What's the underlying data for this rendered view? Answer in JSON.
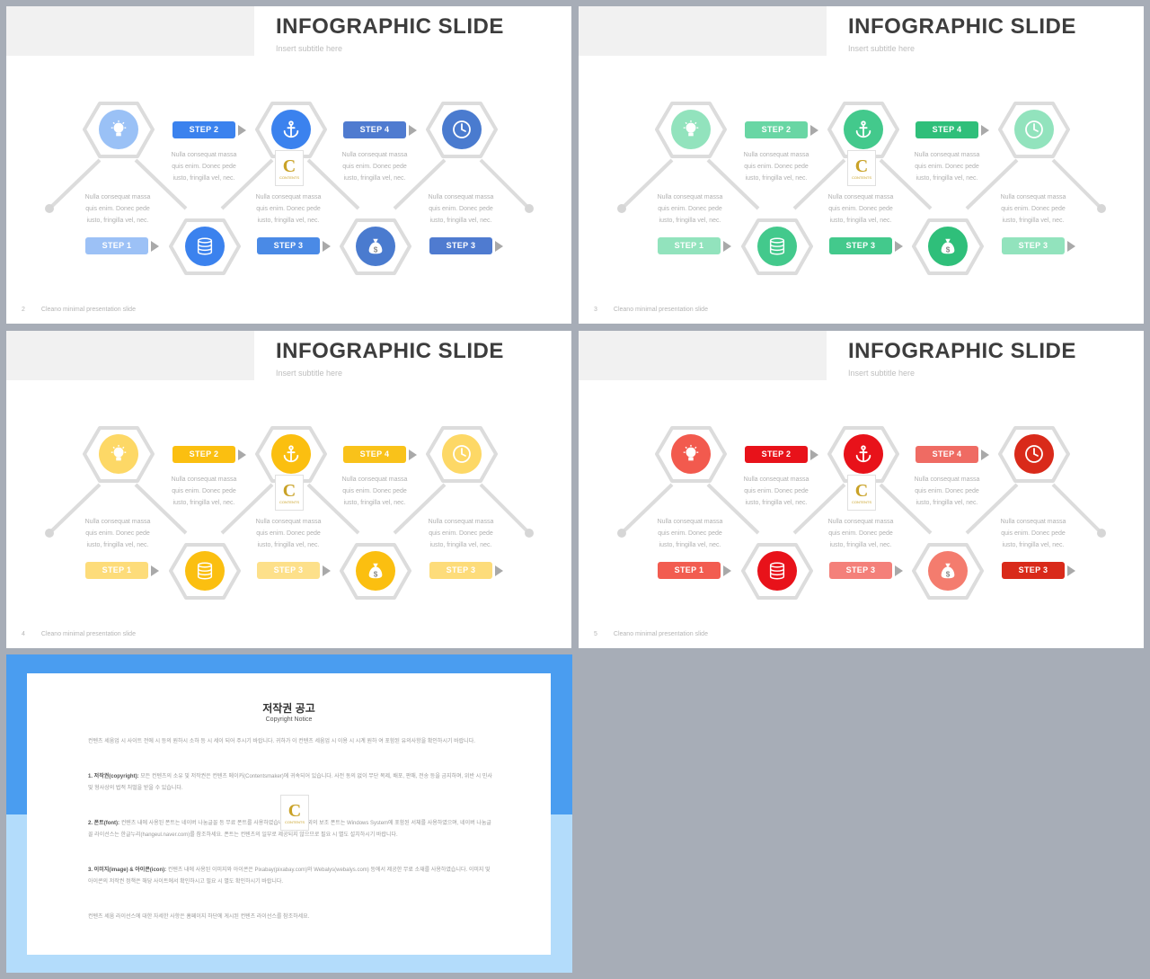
{
  "slides": [
    {
      "title": "INFOGRAPHIC SLIDE",
      "subtitle": "Insert  subtitle  here",
      "page_number": "2",
      "footer": "Cleano  minimal  presentation  slide",
      "colors": {
        "light": "#8cb8f4",
        "main": "#3b82ee",
        "dark": "#4f7bd0"
      },
      "badge_colors": [
        "#9cc1f6",
        "#3b82ee",
        "#4a8ae6",
        "#4f7bd0",
        "#4f7bd0"
      ],
      "circle_colors": [
        "#9ac1f6",
        "#3b82ee",
        "#3b82ee",
        "#4a7bcf",
        "#4a7bcf"
      ]
    },
    {
      "title": "INFOGRAPHIC SLIDE",
      "subtitle": "Insert  subtitle  here",
      "page_number": "3",
      "footer": "Cleano  minimal  presentation  slide",
      "colors": {
        "light": "#92e3bd",
        "main": "#43c98c",
        "dark": "#2fbf7a"
      },
      "badge_colors": [
        "#92e3bd",
        "#69d6a4",
        "#43c98c",
        "#2fbf7a",
        "#92e3bd"
      ],
      "circle_colors": [
        "#92e3bd",
        "#43c98c",
        "#43c98c",
        "#2fbf7a",
        "#92e3bd"
      ]
    },
    {
      "title": "INFOGRAPHIC SLIDE",
      "subtitle": "Insert  subtitle  here",
      "page_number": "4",
      "footer": "Cleano  minimal  presentation  slide",
      "colors": {
        "light": "#fde08a",
        "main": "#fbbf10",
        "dark": "#f7c93a"
      },
      "badge_colors": [
        "#fddc7a",
        "#fbbf10",
        "#fde08a",
        "#f9c21a",
        "#fddc7a"
      ],
      "circle_colors": [
        "#fdd866",
        "#fbbf10",
        "#fde08a",
        "#fbbf10",
        "#fdd866"
      ]
    },
    {
      "title": "INFOGRAPHIC SLIDE",
      "subtitle": "Insert  subtitle  here",
      "page_number": "5",
      "footer": "Cleano  minimal  presentation  slide",
      "colors": {
        "light": "#f47c6e",
        "main": "#e8221c",
        "dark": "#d92a1a"
      },
      "badge_colors": [
        "#f25c50",
        "#e8121a",
        "#f4807a",
        "#ef6b63",
        "#d92a1a"
      ],
      "circle_colors": [
        "#f25a4e",
        "#e8121a",
        "#f47c6e",
        "#f47c6e",
        "#d92a1a"
      ]
    }
  ],
  "steps": {
    "step1": "STEP 1",
    "step2": "STEP 2",
    "step3": "STEP 3",
    "step4": "STEP 4",
    "step3b": "STEP 3"
  },
  "desc_lines": [
    "Nulla  consequat  massa",
    "quis  enim.  Donec  pede",
    "iusto,  fringilla  vel,  nec."
  ],
  "logo": {
    "letter": "C",
    "text": "CONTENTS"
  },
  "notice": {
    "title": "저작권 공고",
    "subtitle": "Copyright Notice",
    "intro": "컨텐츠 세움업 시 사이트 전에 시 등의 원하시 소하 등 시 세이 되어 주시기 바랍니다. 귀하가 이 컨텐츠 세움업 시 이용 시 시계 원하 여 포함된 유의사항을 확인하시기 바랍니다.",
    "item1_head": "1. 저작권(copyright):",
    "item1": "모든 컨텐츠의 소유 및 저작권은 컨텐츠 메이커(Contentsmaker)에 귀속되어 있습니다. 사전 동의 없이 무단 복제, 배포, 판매, 전송 등을 금지하며, 위반 시 민사 및 형사상의 법적 처벌을 받을 수 있습니다.",
    "item2_head": "2. 폰트(font):",
    "item2": "컨텐츠 내에 사용된 폰트는 네이버 나눔글꼴 등 무료 폰트를 사용하였습니다. 윈도우 외의 보조 폰트는 Windows System에 포함된 서체를 사용하였으며, 네이버 나눔글꼴 라이선스는 한글누리(hangeul.naver.com)를 참조하세요. 폰트는 컨텐츠의 일부로 제공되지 않으므로 필요 시 별도 설치하시기 바랍니다.",
    "item3_head": "3. 이미지(image) & 아이콘(icon):",
    "item3": "컨텐츠 내에 사용된 이미지와 아이콘은 Pixabay(pixabay.com)와 Webalys(webalys.com) 등에서 제공한 무료 소재를 사용하였습니다. 이미지 및 아이콘의 저작권 정책은 해당 사이트에서 확인하시고 필요 시 별도 확인하시기 바랍니다.",
    "outro": "컨텐츠 세움 라이선스에 대한 자세한 사항은 홈페이지 하단에 게시된 컨텐츠 라이선스를 참조하세요."
  }
}
